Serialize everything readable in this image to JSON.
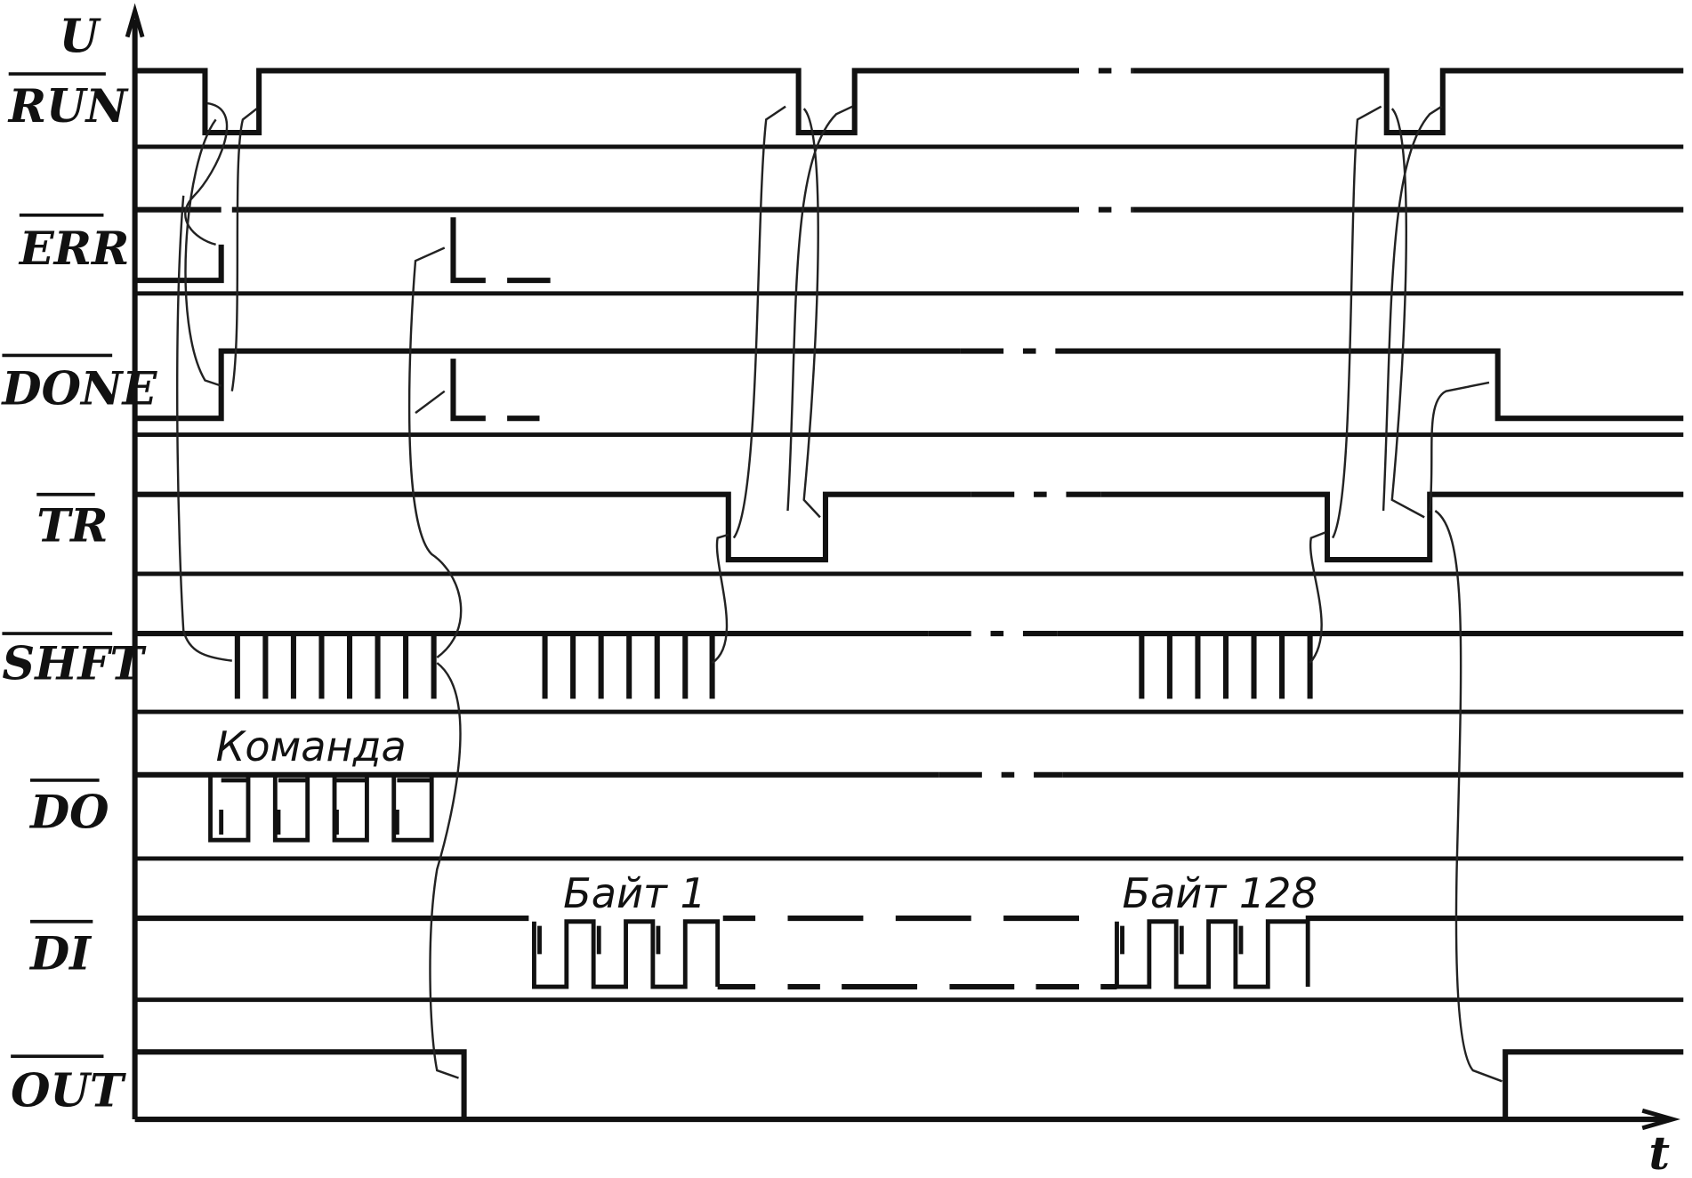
{
  "axes": {
    "y_label": "U",
    "x_label": "t"
  },
  "signals": [
    {
      "name": "RUN"
    },
    {
      "name": "ERR"
    },
    {
      "name": "DONE"
    },
    {
      "name": "TR"
    },
    {
      "name": "SHFT"
    },
    {
      "name": "DO"
    },
    {
      "name": "DI"
    },
    {
      "name": "OUT"
    }
  ],
  "annotations": {
    "command": "Команда",
    "byte_first": "Байт 1",
    "byte_last": "Байт 128"
  }
}
